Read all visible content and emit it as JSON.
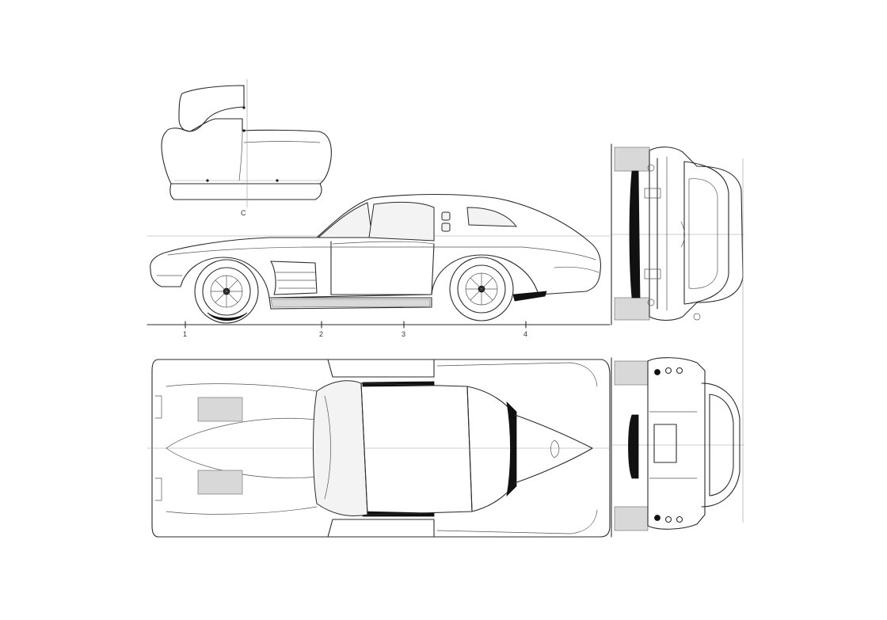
{
  "drawing": {
    "tick_labels": [
      "1",
      "2",
      "3",
      "4"
    ],
    "seat_label": "C"
  },
  "colors": {
    "line": "#2a2a2a",
    "shade": "#d8d8d8",
    "background": "#ffffff"
  }
}
